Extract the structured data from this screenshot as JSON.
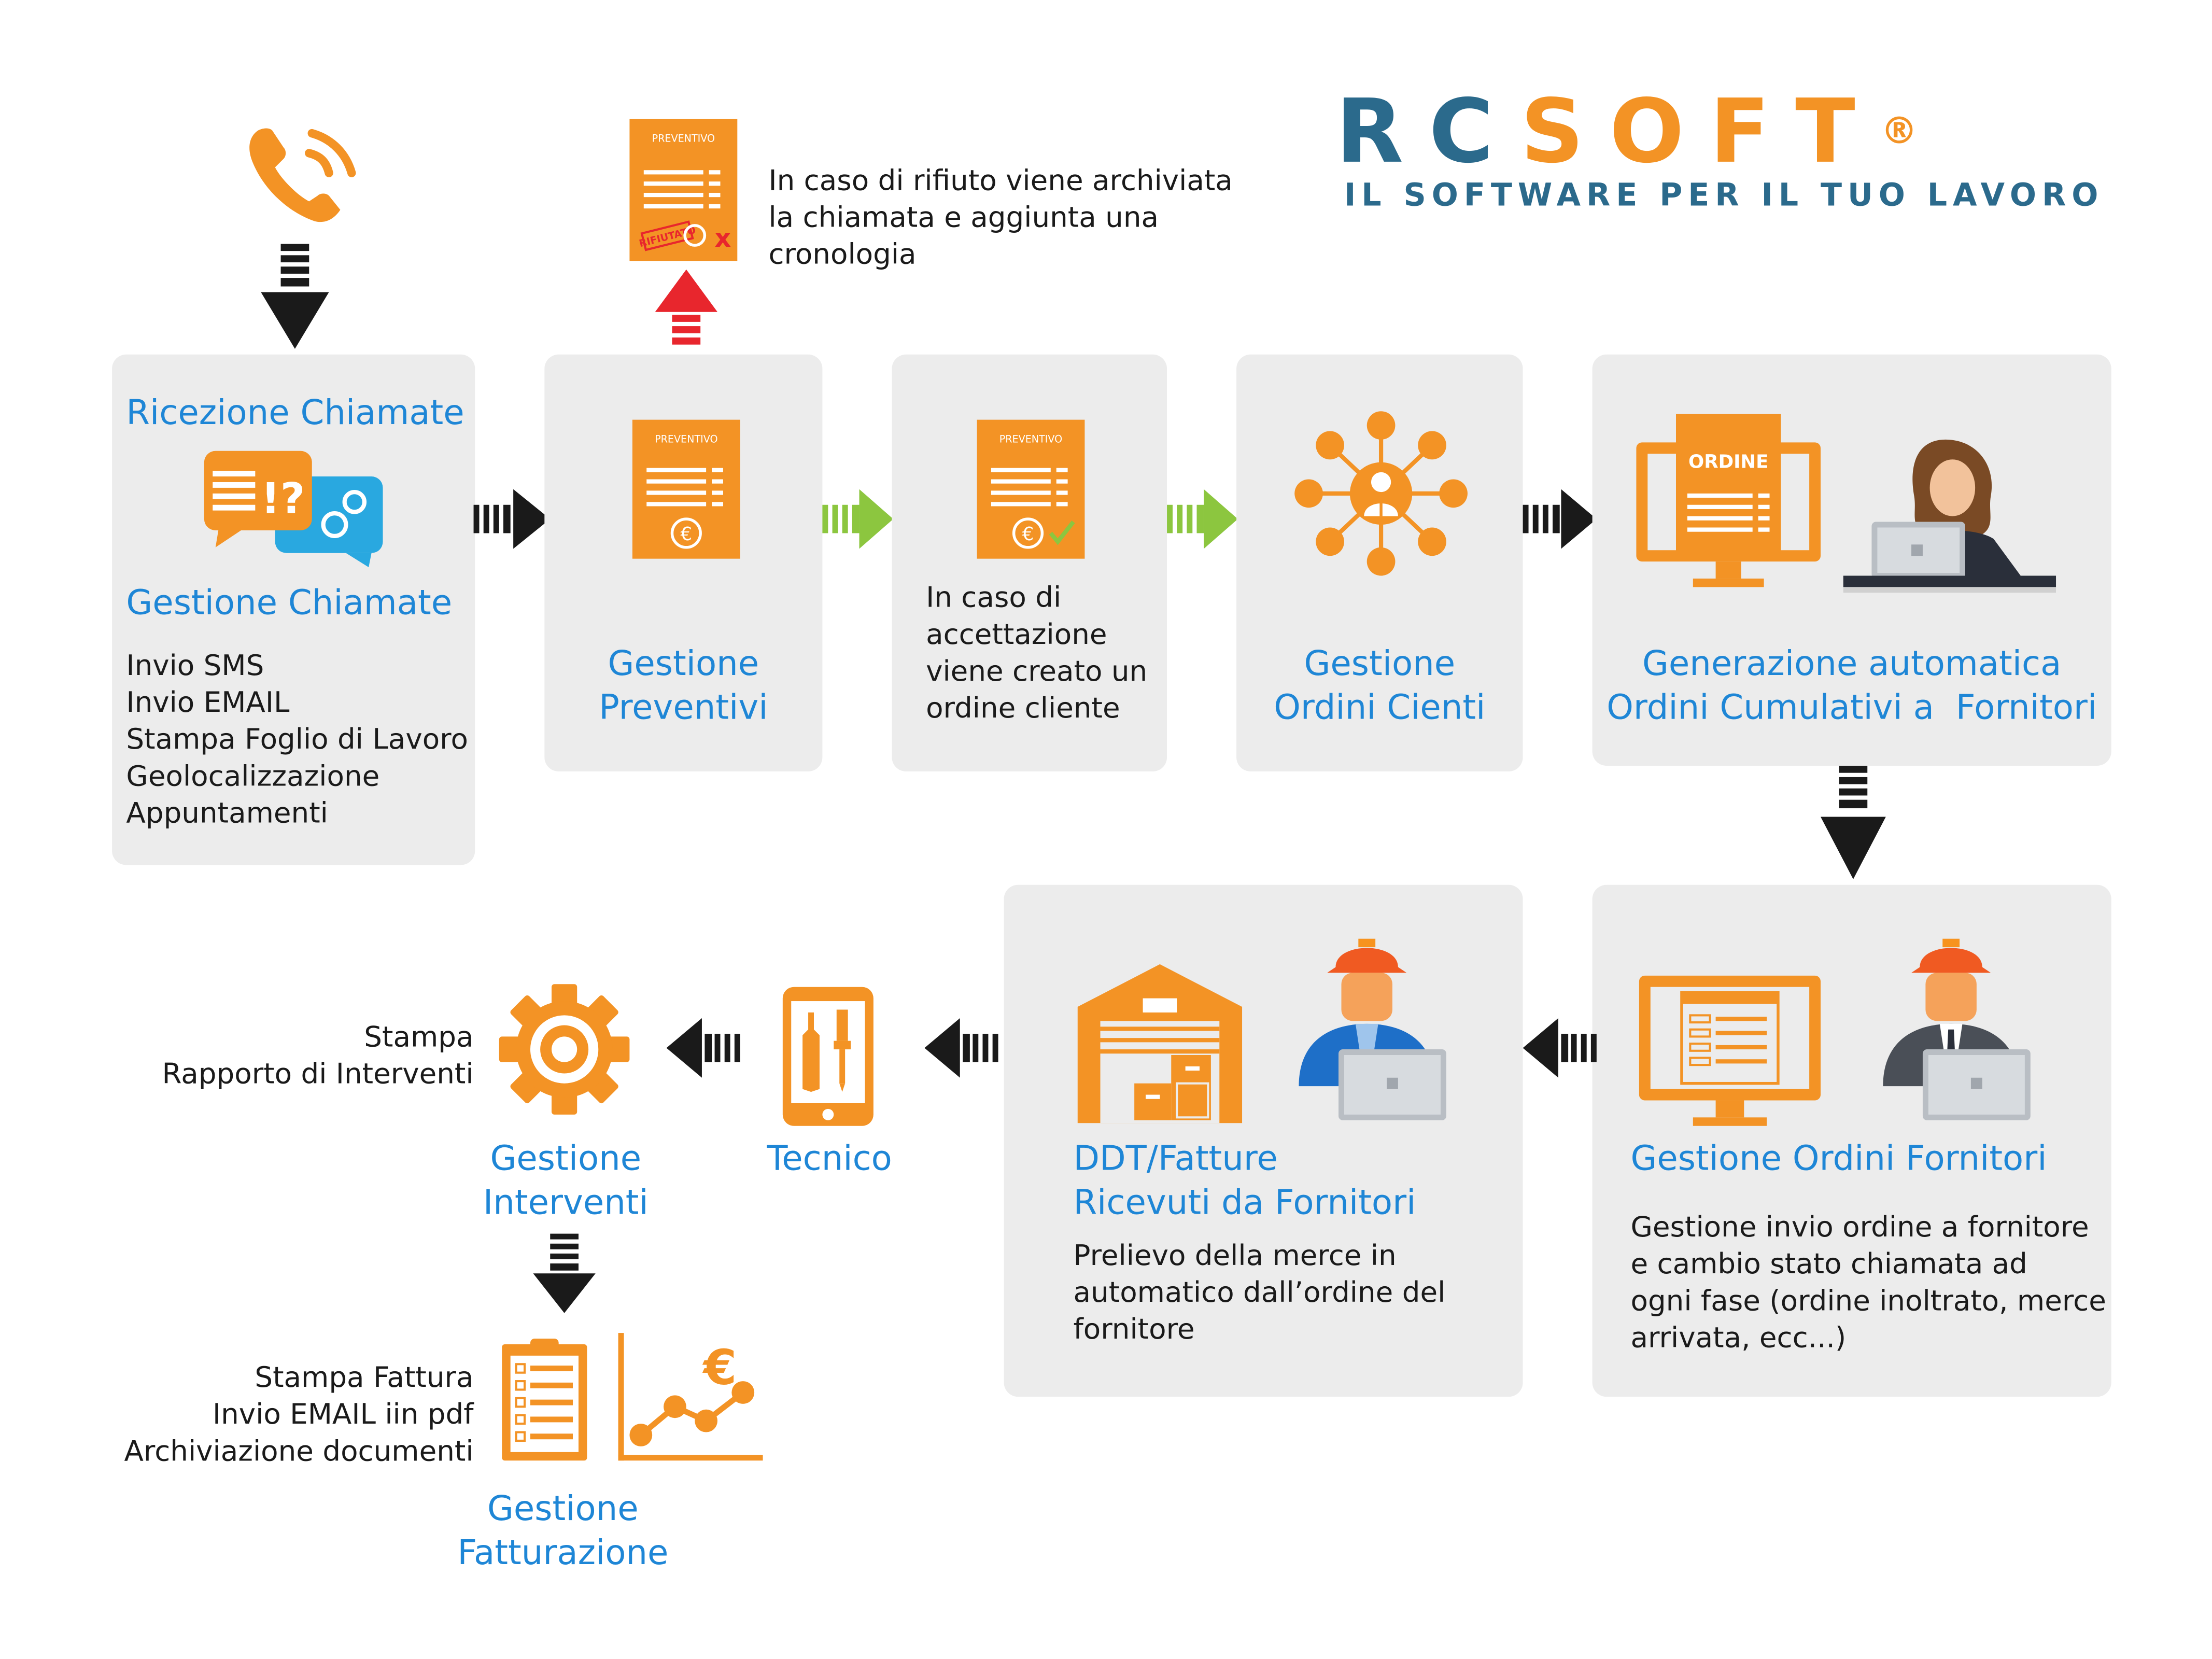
{
  "logo": {
    "brand_left": "RC",
    "brand_right": "SOFT",
    "registered": "®",
    "tagline": "IL SOFTWARE PER IL TUO LAVORO",
    "colors": {
      "teal": "#2b6a8c",
      "orange": "#f39325"
    }
  },
  "colors": {
    "accent_orange": "#f39325",
    "accent_blue": "#1e86d6",
    "box_bg": "#ececec",
    "arrow_green": "#8cc63f",
    "arrow_red": "#e8262d",
    "arrow_black": "#1a1a1a"
  },
  "rejection": {
    "doc_title": "PREVENTIVO",
    "stamp": "RIFIUTATO",
    "note": [
      "In caso di rifiuto viene archiviata",
      "la chiamata e aggiunta una",
      "cronologia"
    ]
  },
  "step_calls": {
    "title": "Ricezione Chiamate",
    "subtitle": "Gestione Chiamate",
    "items": [
      "Invio SMS",
      "Invio EMAIL",
      "Stampa Foglio di Lavoro",
      "Geolocalizzazione",
      "Appuntamenti"
    ]
  },
  "step_quotes": {
    "doc_title": "PREVENTIVO",
    "title": [
      "Gestione",
      "Preventivi"
    ]
  },
  "step_accept": {
    "doc_title": "PREVENTIVO",
    "text": [
      "In caso di",
      "accettazione",
      "viene creato un",
      "ordine cliente"
    ]
  },
  "step_customer_orders": {
    "title": [
      "Gestione",
      "Ordini Cienti"
    ]
  },
  "step_cumulative": {
    "doc_title": "ORDINE",
    "title": [
      "Generazione automatica",
      "Ordini Cumulativi a  Fornitori"
    ]
  },
  "step_supplier_orders": {
    "title": "Gestione Ordini Fornitori",
    "text": [
      "Gestione invio ordine a fornitore",
      "e cambio stato chiamata ad",
      "ogni fase (ordine inoltrato, merce",
      "arrivata, ecc...)"
    ]
  },
  "step_ddt": {
    "title": [
      "DDT/Fatture",
      "Ricevuti da Fornitori"
    ],
    "text": [
      "Prelievo della merce in",
      "automatico dall’ordine del",
      "fornitore"
    ]
  },
  "step_technician": {
    "title": "Tecnico"
  },
  "step_interventions": {
    "title": [
      "Gestione",
      "Interventi"
    ],
    "note": [
      "Stampa",
      "Rapporto di Interventi"
    ]
  },
  "step_billing": {
    "title": [
      "Gestione",
      "Fatturazione"
    ],
    "note": [
      "Stampa Fattura",
      "Invio EMAIL iin pdf",
      "Archiviazione documenti"
    ],
    "currency": "€"
  }
}
